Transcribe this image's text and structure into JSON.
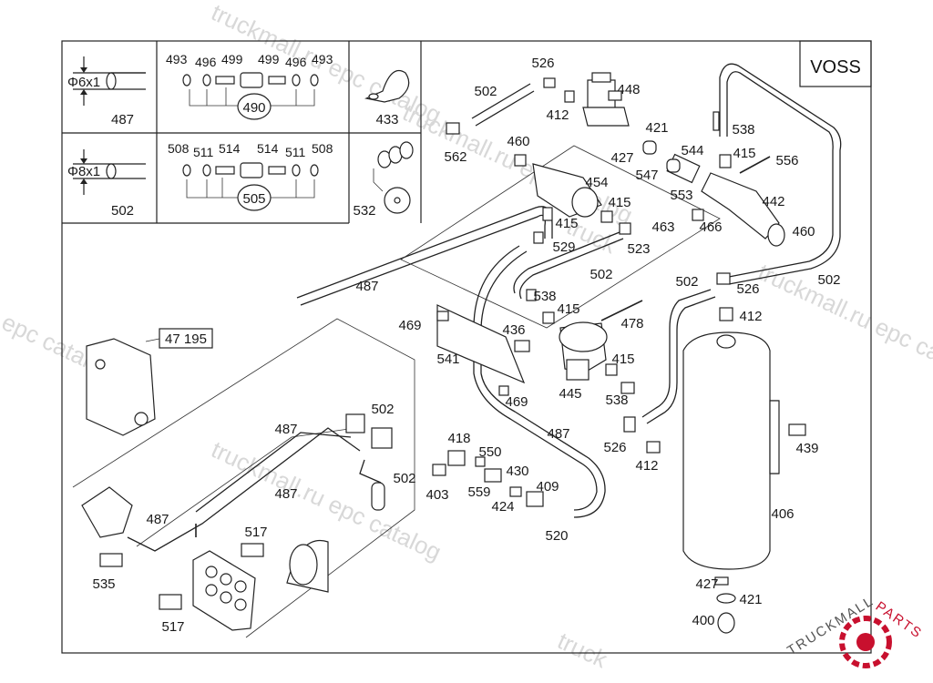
{
  "watermark": {
    "text": "truckmall.ru epc catalog",
    "fragment_epc": "epc catalog",
    "fragment_ru": "ruckmall.ru",
    "fragment_tr": "truck"
  },
  "brand": {
    "left": "TRUCKMALL",
    "right": "PARTS",
    "left_color": "#555555",
    "right_color": "#c8102e"
  },
  "legend": {
    "voss": "VOSS",
    "pipe_6": {
      "dim": "Φ6x1",
      "part": "487"
    },
    "pipe_8": {
      "dim": "Φ8x1",
      "part": "502"
    },
    "kit_490": {
      "top": [
        "493",
        "496",
        "499",
        "499",
        "496",
        "493"
      ],
      "kit": "490"
    },
    "kit_505": {
      "top": [
        "508",
        "511",
        "514",
        "514",
        "511",
        "508"
      ],
      "kit": "505"
    },
    "clip": "433",
    "seal": "532"
  },
  "callouts": {
    "c526a": "526",
    "c502a": "502",
    "c448": "448",
    "c412a": "412",
    "c421a": "421",
    "c538a": "538",
    "c562": "562",
    "c460a": "460",
    "c427a": "427",
    "c544": "544",
    "c415a": "415",
    "c556": "556",
    "c547": "547",
    "c454": "454",
    "c553": "553",
    "c442": "442",
    "c415b": "415",
    "c415c": "415",
    "c463": "463",
    "c466": "466",
    "c460b": "460",
    "c529": "529",
    "c523": "523",
    "c502b": "502",
    "c502c": "502",
    "c487a": "487",
    "c502d": "502",
    "c526b": "526",
    "c538b": "538",
    "c415d": "415",
    "c412b": "412",
    "c469a": "469",
    "c436": "436",
    "c478": "478",
    "c47195": "47 195",
    "c541": "541",
    "c415e": "415",
    "c445": "445",
    "c538c": "538",
    "c469b": "469",
    "c502e": "502",
    "c487b": "487",
    "c418": "418",
    "c550": "550",
    "c526c": "526",
    "c439": "439",
    "c412c": "412",
    "c502f": "502",
    "c403": "403",
    "c430": "430",
    "c559": "559",
    "c409": "409",
    "c487c": "487",
    "c424": "424",
    "c406": "406",
    "c487d": "487",
    "c520": "520",
    "c517a": "517",
    "c535": "535",
    "c427b": "427",
    "c421b": "421",
    "c517b": "517",
    "c400": "400"
  }
}
